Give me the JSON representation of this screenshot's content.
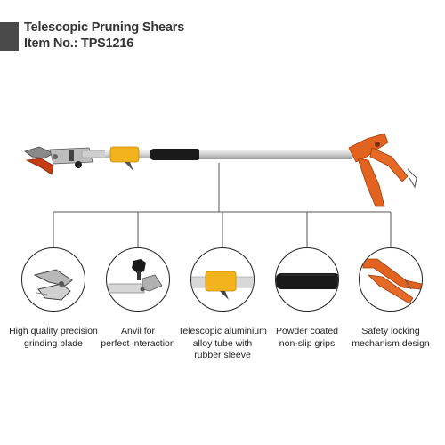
{
  "header": {
    "title": "Telescopic Pruning Shears",
    "item_no": "Item No.: TPS1216"
  },
  "features": [
    {
      "icon": "blade-closeup-icon",
      "caption_lines": [
        "High quality precision",
        "grinding blade"
      ]
    },
    {
      "icon": "anvil-closeup-icon",
      "caption_lines": [
        "Anvil for",
        "perfect interaction"
      ]
    },
    {
      "icon": "tube-closeup-icon",
      "caption_lines": [
        "Telescopic aluminium",
        "alloy tube with",
        "rubber sleeve"
      ]
    },
    {
      "icon": "grip-closeup-icon",
      "caption_lines": [
        "Powder coated",
        "non-slip grips"
      ]
    },
    {
      "icon": "lock-closeup-icon",
      "caption_lines": [
        "Safety locking",
        "mechanism design"
      ]
    }
  ],
  "colors": {
    "accent_orange": "#e2621f",
    "accent_yellow": "#f2b21b",
    "tube_silver": "#dcdcdc",
    "grip_black": "#1a1a1a"
  }
}
